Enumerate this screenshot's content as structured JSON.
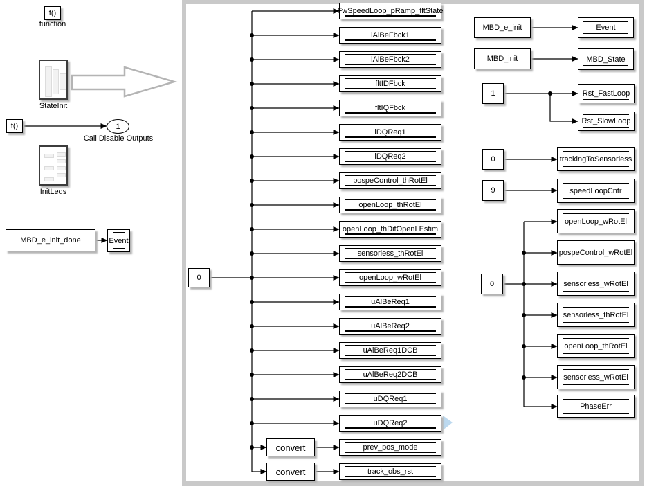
{
  "left_area": {
    "function_caller": {
      "label": "f()",
      "caption": "function"
    },
    "stateinit_caption": "StateInit",
    "disable_caller_label": "f()",
    "outport": {
      "label": "1",
      "caption": "Call Disable Outputs"
    },
    "initleds_caption": "InitLeds",
    "init_done_block": "MBD_e_init_done",
    "event_store": "Event"
  },
  "panel": {
    "const_zero": "0",
    "convert_label": "convert",
    "left_rows": [
      "FwSpeedLoop_pRamp_fltState",
      "iAlBeFbck1",
      "iAlBeFbck2",
      "fltIDFbck",
      "fltIQFbck",
      "iDQReq1",
      "iDQReq2",
      "pospeControl_thRotEl",
      "openLoop_thRotEl",
      "openLoop_thDifOpenLEstim",
      "sensorless_thRotEl",
      "openLoop_wRotEl",
      "uAlBeReq1",
      "uAlBeReq2",
      "uAlBeReq1DCB",
      "uAlBeReq2DCB",
      "uDQReq1",
      "uDQReq2",
      "prev_pos_mode",
      "track_obs_rst"
    ],
    "right": {
      "mbd_e_init": "MBD_e_init",
      "event": "Event",
      "mbd_init": "MBD_init",
      "mbd_state": "MBD_State",
      "const_one": "1",
      "rst_fastloop": "Rst_FastLoop",
      "rst_slowloop": "Rst_SlowLoop",
      "const_zero_a": "0",
      "tracking": "trackingToSensorless",
      "const_nine": "9",
      "speedloopcntr": "speedLoopCntr",
      "const_zero_b": "0",
      "group_rows": [
        "openLoop_wRotEl",
        "pospeControl_wRotEl",
        "sensorless_wRotEl",
        "sensorless_thRotEl",
        "openLoop_thRotEl",
        "sensorless_wRotEl",
        "PhaseErr"
      ]
    }
  },
  "colors": {
    "panel_border": "#c9c9c9",
    "wire": "#000000",
    "block_shadow": "#b4b4b4",
    "big_arrow_outline": "#b4b4b4",
    "highlight_arrow": "#bcd9ef"
  }
}
